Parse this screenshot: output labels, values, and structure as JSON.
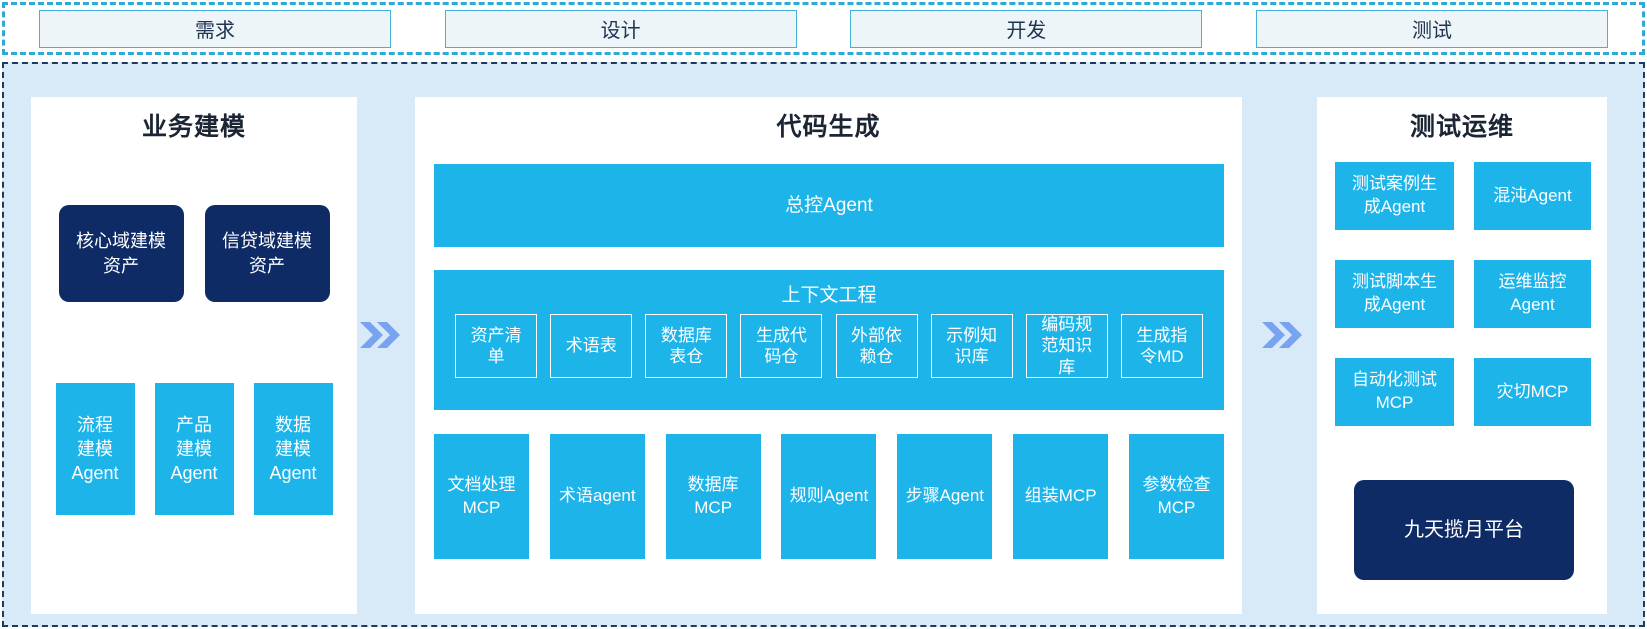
{
  "colors": {
    "cyan": "#1db4ea",
    "navy": "#0e2b66",
    "panel_bg": "#ffffff",
    "canvas_bg": "#d8eaf8",
    "arrow_blue": "#78a3f1",
    "phase_box_border": "#43b2da",
    "phase_box_fill": "#eef5f9",
    "outer_dashed_border": "#2eaad6",
    "main_dashed_border": "#1e3a5f"
  },
  "phases": {
    "requirements": "需求",
    "design": "设计",
    "development": "开发",
    "testing": "测试"
  },
  "business_modeling": {
    "title": "业务建模",
    "assets": [
      "核心域建模\n资产",
      "信贷域建模\n资产"
    ],
    "agents": [
      "流程\n建模\nAgent",
      "产品\n建模\nAgent",
      "数据\n建模\nAgent"
    ]
  },
  "code_generation": {
    "title": "代码生成",
    "master_agent": "总控Agent",
    "context_engineering": {
      "title": "上下文工程",
      "items": [
        "资产清\n单",
        "术语表",
        "数据库\n表仓",
        "生成代\n码仓",
        "外部依\n赖仓",
        "示例知\n识库",
        "编码规\n范知识\n库",
        "生成指\n令MD"
      ]
    },
    "tools": [
      "文档处理\nMCP",
      "术语agent",
      "数据库\nMCP",
      "规则Agent",
      "步骤Agent",
      "组装MCP",
      "参数检查\nMCP"
    ]
  },
  "test_ops": {
    "title": "测试运维",
    "boxes": [
      "测试案例生\n成Agent",
      "混沌Agent",
      "测试脚本生\n成Agent",
      "运维监控\nAgent",
      "自动化测试\nMCP",
      "灾切MCP"
    ],
    "platform": "九天揽月平台"
  }
}
